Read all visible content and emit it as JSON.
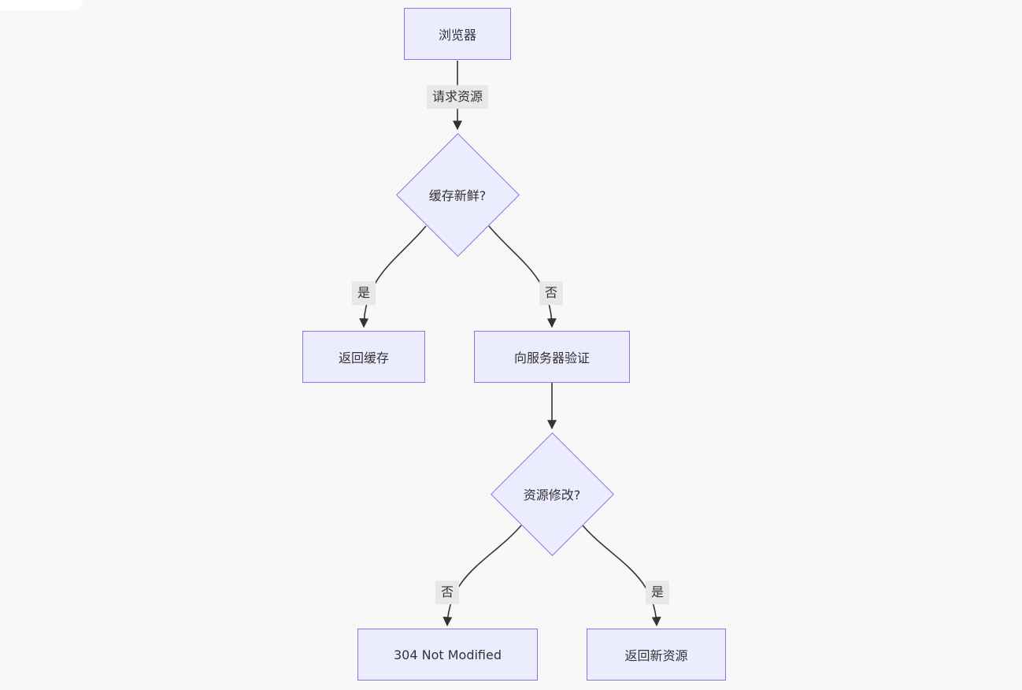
{
  "colors": {
    "background": "#f8f8f8",
    "node_fill": "#ECECFF",
    "node_border": "#9370DB",
    "edge_line": "#333333",
    "edge_label_bg": "#e8e8e8",
    "text": "#333333"
  },
  "diagram": {
    "type": "flowchart",
    "direction": "top-down",
    "nodes": [
      {
        "id": "browser",
        "shape": "rect",
        "label": "浏览器"
      },
      {
        "id": "cache-fresh",
        "shape": "diamond",
        "label": "缓存新鲜?"
      },
      {
        "id": "return-cache",
        "shape": "rect",
        "label": "返回缓存"
      },
      {
        "id": "validate-server",
        "shape": "rect",
        "label": "向服务器验证"
      },
      {
        "id": "resource-modified",
        "shape": "diamond",
        "label": "资源修改?"
      },
      {
        "id": "not-modified",
        "shape": "rect",
        "label": "304 Not Modified"
      },
      {
        "id": "return-new",
        "shape": "rect",
        "label": "返回新资源"
      }
    ],
    "edges": [
      {
        "from": "browser",
        "to": "cache-fresh",
        "label": "请求资源"
      },
      {
        "from": "cache-fresh",
        "to": "return-cache",
        "label": "是"
      },
      {
        "from": "cache-fresh",
        "to": "validate-server",
        "label": "否"
      },
      {
        "from": "validate-server",
        "to": "resource-modified",
        "label": ""
      },
      {
        "from": "resource-modified",
        "to": "not-modified",
        "label": "否"
      },
      {
        "from": "resource-modified",
        "to": "return-new",
        "label": "是"
      }
    ]
  }
}
